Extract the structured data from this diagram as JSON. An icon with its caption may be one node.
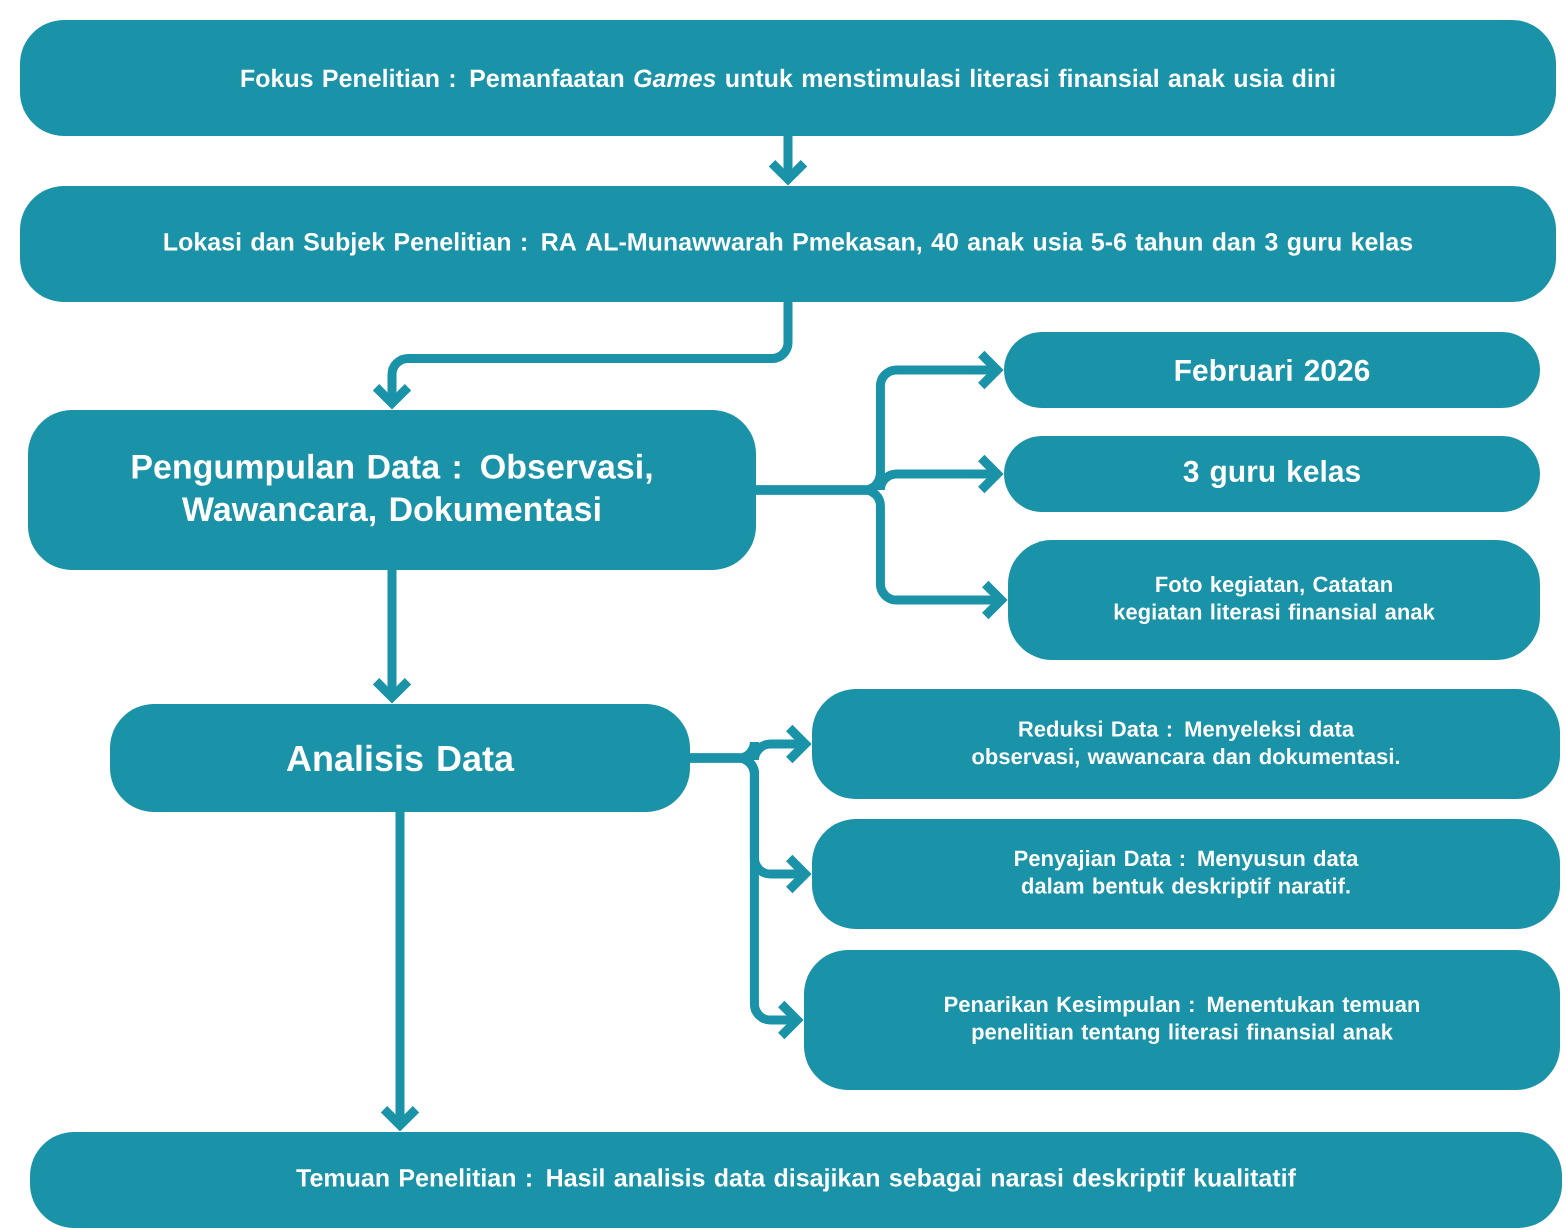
{
  "diagram": {
    "nodes": [
      {
        "text": [
          "Fokus Penelitian : Pemanfaatan *Games* untuk menstimulasi literasi finansial anak usia dini"
        ]
      },
      {
        "text": [
          "Lokasi dan Subjek Penelitian : RA AL-Munawwarah Pmekasan, 40 anak usia 5-6 tahun dan 3 guru kelas"
        ]
      },
      {
        "text": [
          "Pengumpulan Data : Observasi, Wawancara, Dokumentasi"
        ]
      },
      {
        "text": [
          "Februari 2026"
        ]
      },
      {
        "text": [
          "3 guru kelas"
        ]
      },
      {
        "text": [
          "Foto kegiatan, Catatan kegiatan literasi finansial anak"
        ]
      },
      {
        "text": [
          "Analisis Data"
        ]
      },
      {
        "text": [
          "Reduksi Data : Menyeleksi data observasi, wawancara dan dokumentasi."
        ]
      },
      {
        "text": [
          "Penyajian Data : Menyusun data dalam bentuk deskriptif naratif."
        ]
      },
      {
        "text": [
          "Penarikan Kesimpulan : Menentukan temuan penelitian tentang literasi finansial anak"
        ]
      },
      {
        "text": [
          "Temuan Penelitian : Hasil analisis data disajikan sebagai narasi deskriptif kualitatif"
        ]
      }
    ],
    "edges": [
      {
        "from": 0,
        "to": 1,
        "arrow": "to"
      },
      {
        "from": 1,
        "to": 2,
        "arrow": "to"
      },
      {
        "from": 2,
        "to": 3,
        "arrow": "to"
      },
      {
        "from": 2,
        "to": 4,
        "arrow": "to"
      },
      {
        "from": 2,
        "to": 5,
        "arrow": "to"
      },
      {
        "from": 2,
        "to": 6,
        "arrow": "to"
      },
      {
        "from": 6,
        "to": 7,
        "arrow": "to"
      },
      {
        "from": 6,
        "to": 8,
        "arrow": "to"
      },
      {
        "from": 6,
        "to": 9,
        "arrow": "to"
      },
      {
        "from": 6,
        "to": 10,
        "arrow": "to"
      }
    ]
  }
}
